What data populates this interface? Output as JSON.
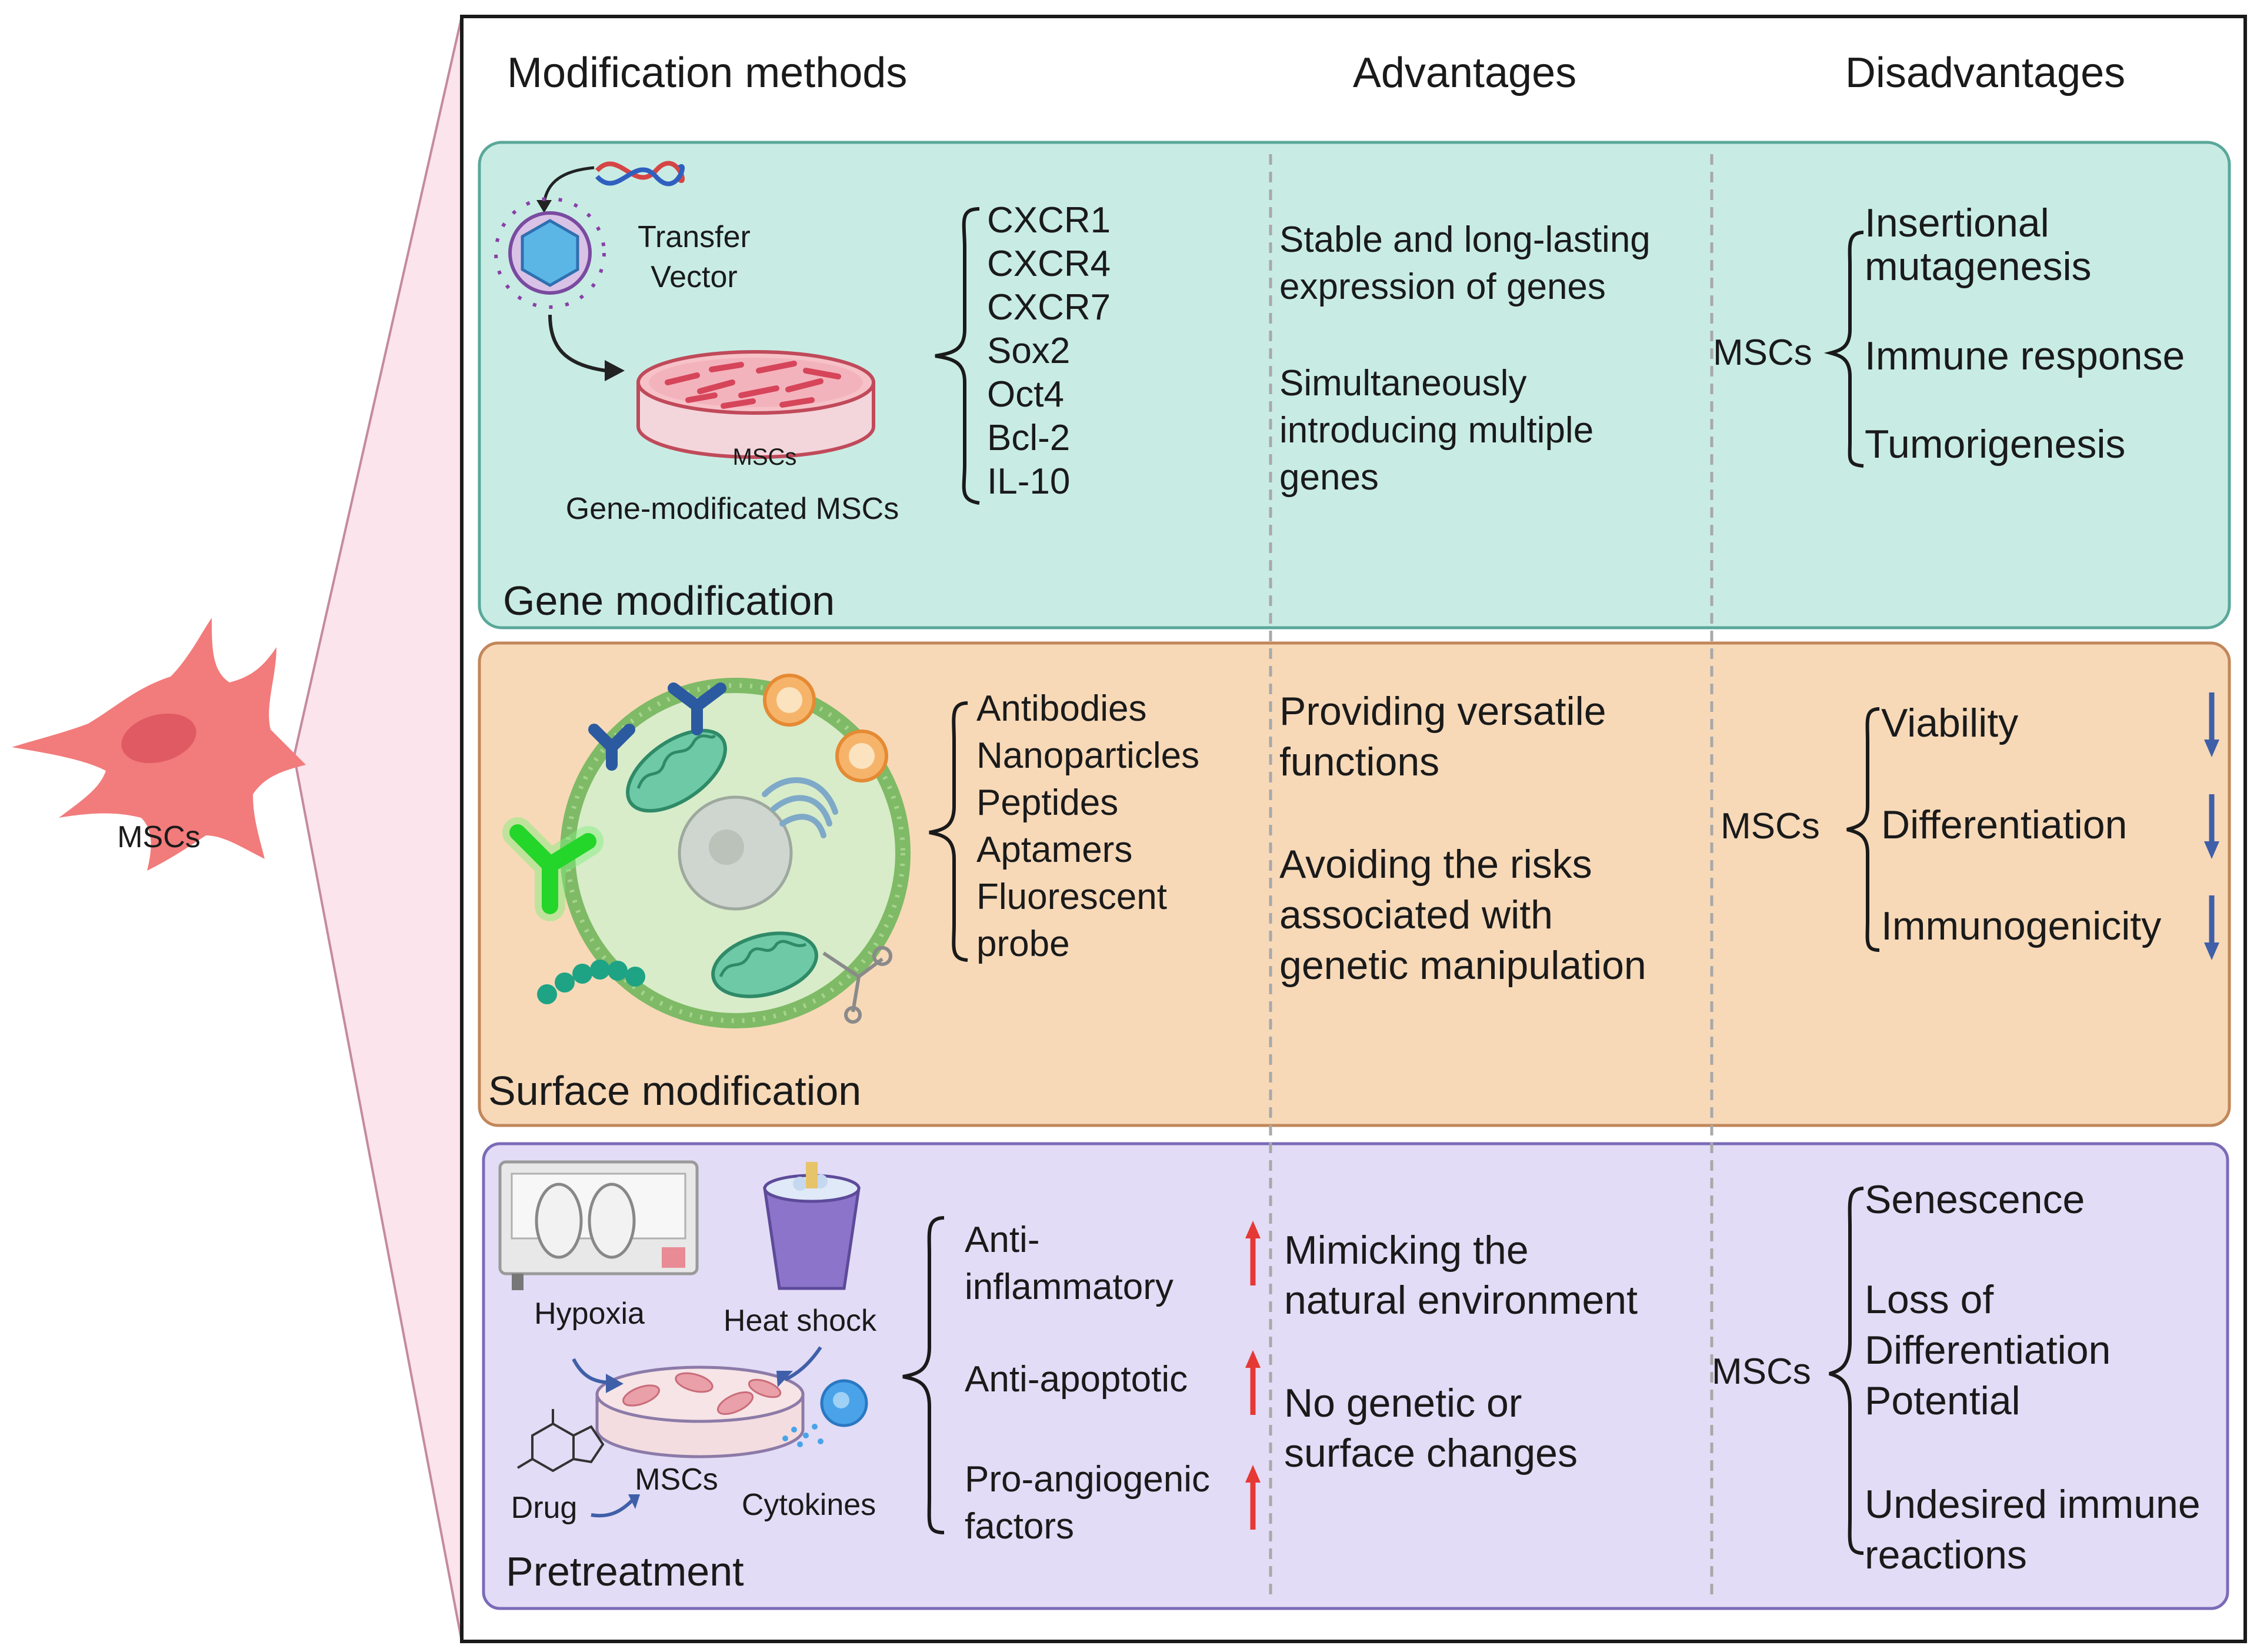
{
  "cell_label": "MSCs",
  "headers": {
    "methods": "Modification methods",
    "advantages": "Advantages",
    "disadvantages": "Disadvantages"
  },
  "gene": {
    "title": "Gene modification",
    "vector_label_1": "Transfer",
    "vector_label_2": "Vector",
    "dish_label": "MSCs",
    "caption": "Gene-modificated MSCs",
    "genes": [
      "CXCR1",
      "CXCR4",
      "CXCR7",
      "Sox2",
      "Oct4",
      "Bcl-2",
      "IL-10"
    ],
    "advantages": [
      [
        "Stable and long-lasting",
        "expression of genes"
      ],
      [
        "Simultaneously",
        "introducing multiple",
        "genes"
      ]
    ],
    "dis_label": "MSCs",
    "disadvantages": [
      [
        "Insertional",
        "mutagenesis"
      ],
      [
        "Immune response"
      ],
      [
        "Tumorigenesis"
      ]
    ]
  },
  "surface": {
    "title": "Surface modification",
    "agents": [
      "Antibodies",
      "Nanoparticles",
      "Peptides",
      "Aptamers",
      "Fluorescent",
      "probe"
    ],
    "advantages": [
      [
        "Providing versatile",
        "functions"
      ],
      [
        "Avoiding the risks",
        "associated with",
        "genetic manipulation"
      ]
    ],
    "dis_label": "MSCs",
    "disadvantages": [
      {
        "text": "Viability",
        "arrow": "down"
      },
      {
        "text": "Differentiation",
        "arrow": "down"
      },
      {
        "text": "Immunogenicity",
        "arrow": "down"
      }
    ]
  },
  "pretreatment": {
    "title": "Pretreatment",
    "hypoxia": "Hypoxia",
    "heat_shock": "Heat shock",
    "drug": "Drug",
    "cytokines": "Cytokines",
    "dish_label": "MSCs",
    "effects": [
      {
        "lines": [
          "Anti-",
          "inflammatory"
        ],
        "arrow": "up"
      },
      {
        "lines": [
          "Anti-apoptotic"
        ],
        "arrow": "up"
      },
      {
        "lines": [
          "Pro-angiogenic",
          "factors"
        ],
        "arrow": "up"
      }
    ],
    "advantages": [
      [
        "Mimicking the",
        "natural environment"
      ],
      [
        "No genetic or",
        "surface changes"
      ]
    ],
    "dis_label": "MSCs",
    "disadvantages": [
      [
        "Senescence"
      ],
      [
        "Loss of",
        "Differentiation",
        "Potential"
      ],
      [
        "Undesired immune",
        "reactions"
      ]
    ]
  },
  "colors": {
    "gene_fill": "#c8ece4",
    "gene_border": "#5aa89a",
    "surface_fill": "#f7d9b8",
    "surface_border": "#c2875a",
    "pre_fill": "#e2dcf6",
    "pre_border": "#7b6ab8",
    "cell": "#f27b7b",
    "up_arrow": "#e53935",
    "down_arrow": "#3f5fa8"
  }
}
